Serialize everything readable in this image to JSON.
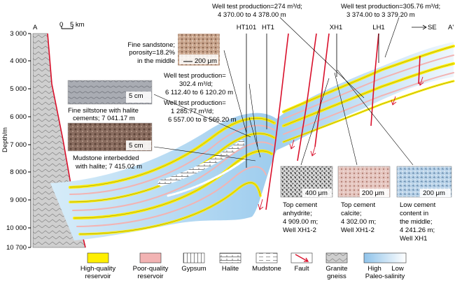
{
  "section": {
    "left_end": "A",
    "right_end": "A'",
    "direction": "SE",
    "scale_label": "0",
    "scale_label_2": "5 km",
    "depth_axis_label": "Depth/m",
    "depth_ticks": [
      "3 000",
      "4 000",
      "5 000",
      "6 000",
      "7 000",
      "8 000",
      "9 000",
      "10 000",
      "10 700"
    ]
  },
  "wells": [
    {
      "name": "HT101"
    },
    {
      "name": "HT1"
    },
    {
      "name": "XH1"
    },
    {
      "name": "LH1"
    }
  ],
  "annotations": {
    "well_test_1": {
      "line1": "Well test production=274 m³/d;",
      "line2": "4 370.00 to 4 378.00 m"
    },
    "well_test_2": {
      "line1": "Well test production=305.76 m³/d;",
      "line2": "3 374.00 to 3 379.20 m"
    },
    "well_test_3": {
      "line1": "Well test production=",
      "line2": "302.4 m³/d;",
      "line3": "6 112.40 to 6 120.20 m"
    },
    "well_test_4": {
      "line1": "Well test production=",
      "line2": "1 285.77 m³/d;",
      "line3": "6 557.00 to 6 566.20 m"
    },
    "sandstone": {
      "line1": "Fine sandstone;",
      "line2": "porosity=18.2%",
      "line3": "in the middle",
      "scale": "200 μm"
    },
    "siltstone": {
      "line1": "Fine siltstone with halite",
      "line2": "cements; 7 041.17 m",
      "scale": "5 cm"
    },
    "mudstone": {
      "line1": "Mudstone interbedded",
      "line2": "with halite; 7 415.02 m",
      "scale": "5 cm"
    },
    "micro_1": {
      "line1": "Top cement",
      "line2": "anhydrite;",
      "line3": "4 909.00 m;",
      "line4": "Well XH1-2",
      "scale": "400 μm"
    },
    "micro_2": {
      "line1": "Top cement",
      "line2": "calcite;",
      "line3": "4 302.00 m;",
      "line4": "Well XH1-2",
      "scale": "200 μm"
    },
    "micro_3": {
      "line1": "Low cement",
      "line2": "content in",
      "line3": "the middle;",
      "line4": "4 241.26 m;",
      "line5": "Well XH1",
      "scale": "200 μm"
    }
  },
  "legend": {
    "high_quality": {
      "line1": "High-quality",
      "line2": "reservoir"
    },
    "poor_quality": {
      "line1": "Poor-quality",
      "line2": "reservoir"
    },
    "gypsum": "Gypsum",
    "halite": "Halite",
    "mudstone": "Mudstone",
    "fault": "Fault",
    "granite": {
      "line1": "Granite",
      "line2": "gneiss"
    },
    "salinity": {
      "high": "High",
      "low": "Low",
      "label": "Paleo-salinity"
    }
  },
  "colors": {
    "high_quality": "#ffef00",
    "poor_quality": "#f2b3b3",
    "fault": "#d9102b",
    "salinity_high": "#8fc3ea",
    "salinity_low": "#ffffff",
    "granite": "#c8c8c8"
  }
}
